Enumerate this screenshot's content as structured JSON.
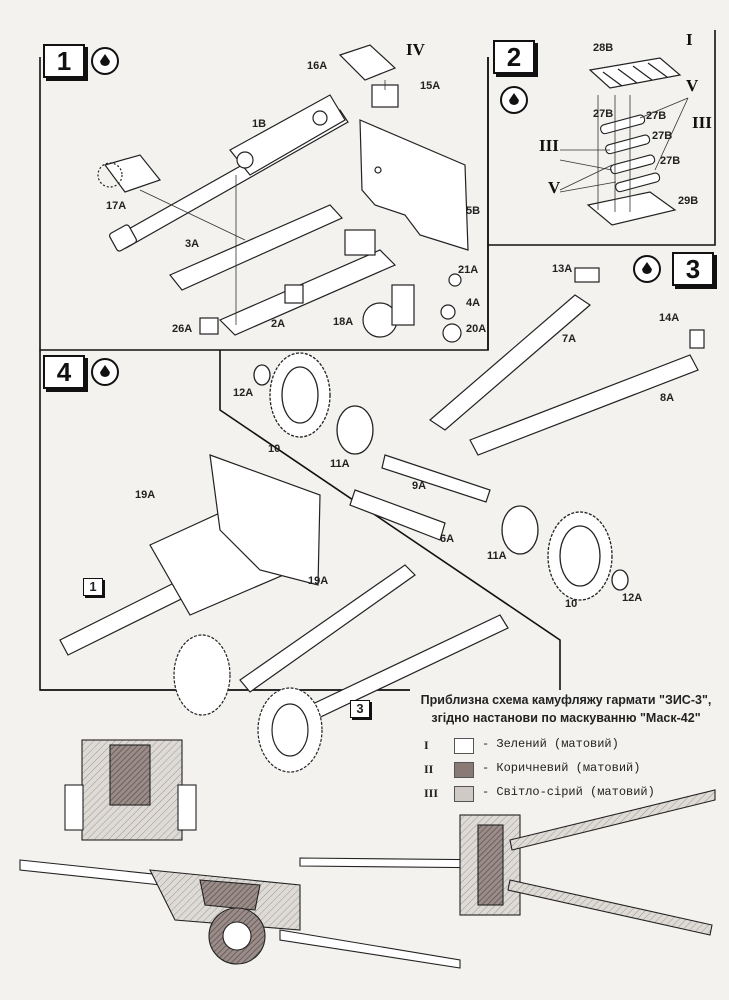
{
  "steps": {
    "step1": "1",
    "step2": "2",
    "step3": "3",
    "step4": "4"
  },
  "step_refs": {
    "ref1": "1",
    "ref3": "3"
  },
  "parts": {
    "p16A": "16A",
    "pIV": "IV",
    "p15A": "15A",
    "p1B": "1B",
    "p17A": "17A",
    "p5B": "5B",
    "p3A": "3A",
    "p21A": "21A",
    "p4A": "4A",
    "p26A": "26A",
    "p2A": "2A",
    "p18A": "18A",
    "p20A": "20A",
    "p28B": "28B",
    "pI": "I",
    "pV1": "V",
    "p27B1": "27B",
    "p27B2": "27B",
    "pIII1": "III",
    "p27B3": "27B",
    "pIII2": "III",
    "p27B4": "27B",
    "pV2": "V",
    "p29B": "29B",
    "p13A": "13A",
    "p7A": "7A",
    "p14A": "14A",
    "p8A": "8A",
    "p12A1": "12A",
    "p10a": "10",
    "p11A1": "11A",
    "p9A": "9A",
    "p6A": "6A",
    "p11A2": "11A",
    "p10b": "10",
    "p12A2": "12A",
    "p19A1": "19A",
    "p19A2": "19A"
  },
  "legend": {
    "title_line1": "Приблизна схема камуфляжу гармати \"ЗИС-3\",",
    "title_line2": "згідно настанови по маскуванню \"Маск-42\"",
    "rows": [
      {
        "numeral": "I",
        "text": "- Зелений (матовий)",
        "color": "#ffffff"
      },
      {
        "numeral": "II",
        "text": "- Коричневий (матовий)",
        "color": "#8a7a75"
      },
      {
        "numeral": "III",
        "text": "- Світло-сірий (матовий)",
        "color": "#cfcac6"
      }
    ]
  }
}
